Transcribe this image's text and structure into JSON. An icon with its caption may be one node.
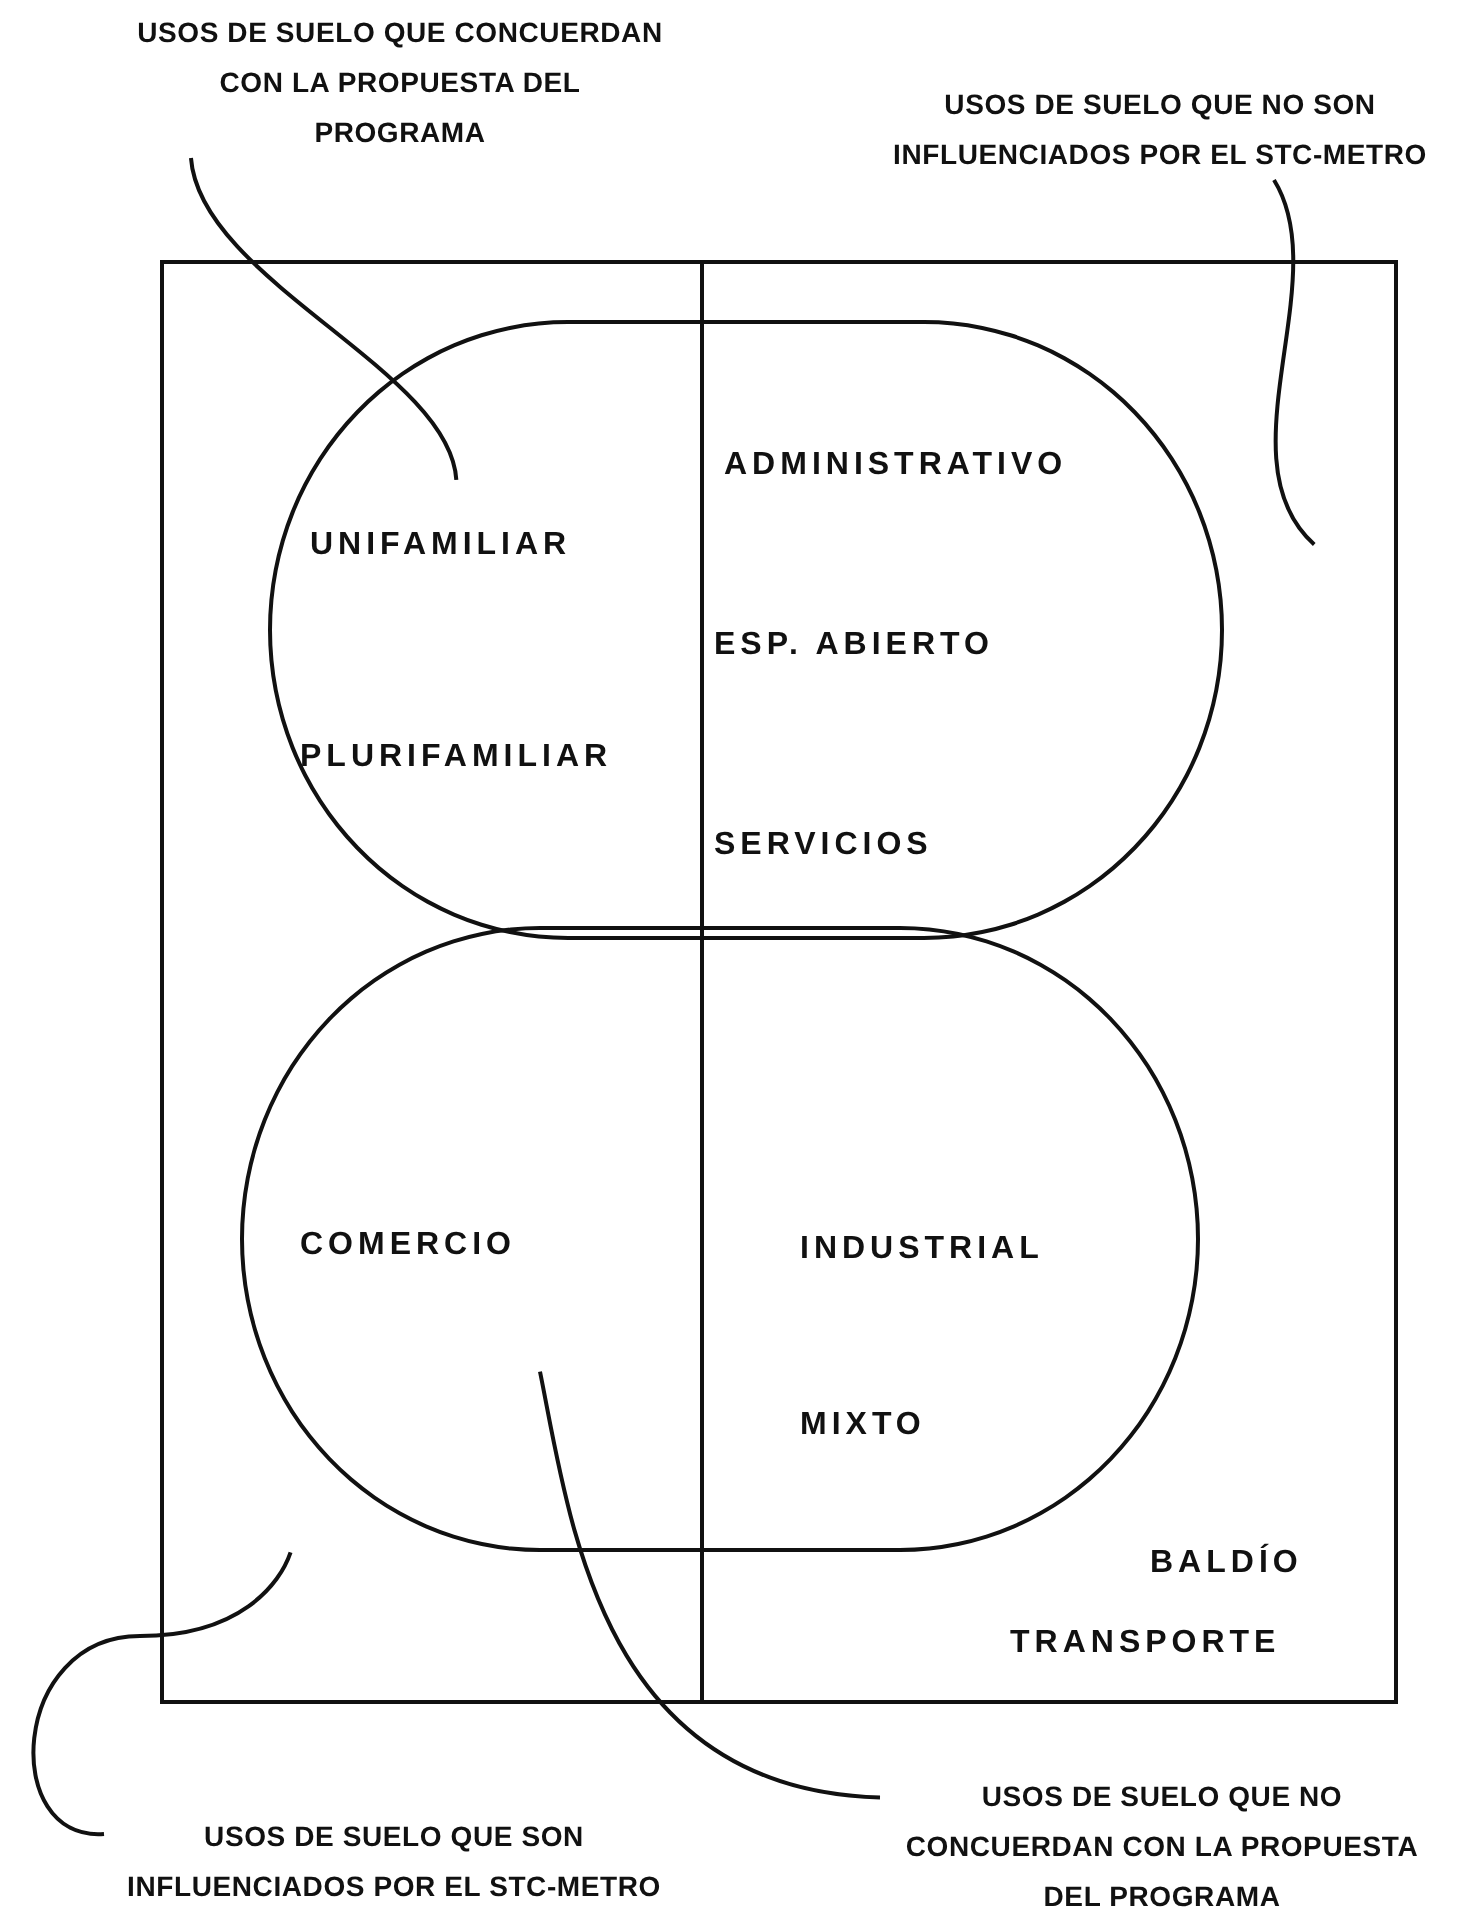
{
  "diagram": {
    "nodes": [
      {
        "text": [
          "USOS DE SUELO QUE CONCUERDAN CON LA PROPUESTA DEL PROGRAMA"
        ]
      },
      {
        "text": [
          "USOS DE SUELO QUE NO SON INFLUENCIADOS POR EL STC-METRO"
        ]
      },
      {
        "text": [],
        "shape": "box"
      },
      {
        "text": [
          "BALDÍO",
          "TRANSPORTE"
        ]
      },
      {
        "text": [
          "UNIFAMILIAR",
          "PLURIFAMILIAR",
          "ADMINISTRATIVO",
          "ESP. ABIERTO",
          "SERVICIOS"
        ]
      },
      {
        "text": [
          "COMERCIO",
          "INDUSTRIAL",
          "MIXTO"
        ]
      },
      {
        "text": [
          "USOS DE SUELO QUE SON INFLUENCIADOS POR EL STC-METRO"
        ]
      },
      {
        "text": [
          "USOS DE SUELO QUE NO CONCUERDAN CON LA PROPUESTA DEL PROGRAMA"
        ]
      }
    ],
    "edges": [
      {
        "from": 0,
        "to": 4,
        "arrow": "none"
      },
      {
        "from": 1,
        "to": 3,
        "arrow": "none"
      },
      {
        "from": 6,
        "to": 2,
        "arrow": "none"
      },
      {
        "from": 7,
        "to": 5,
        "arrow": "none"
      }
    ]
  }
}
